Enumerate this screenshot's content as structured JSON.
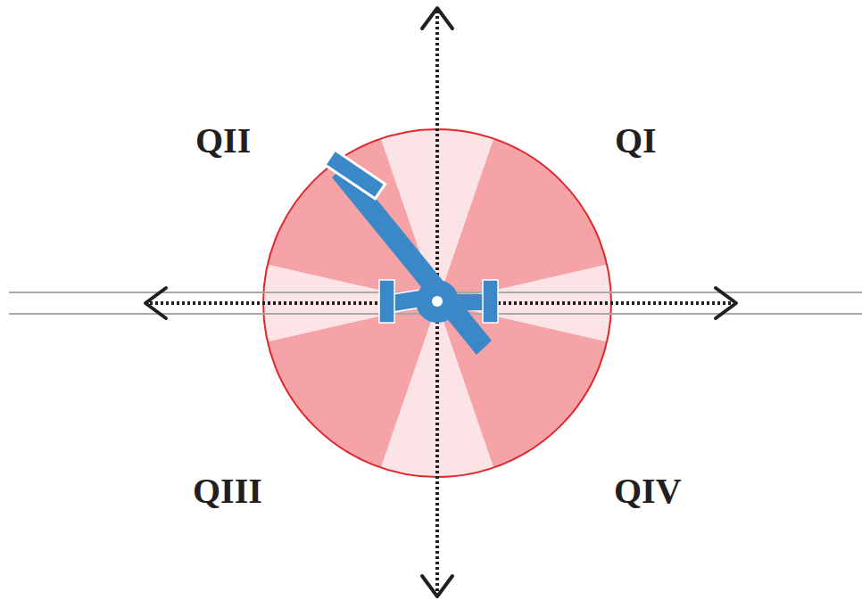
{
  "diagram": {
    "labels": [
      "QII",
      "QI",
      "QIII",
      "QIV"
    ]
  }
}
